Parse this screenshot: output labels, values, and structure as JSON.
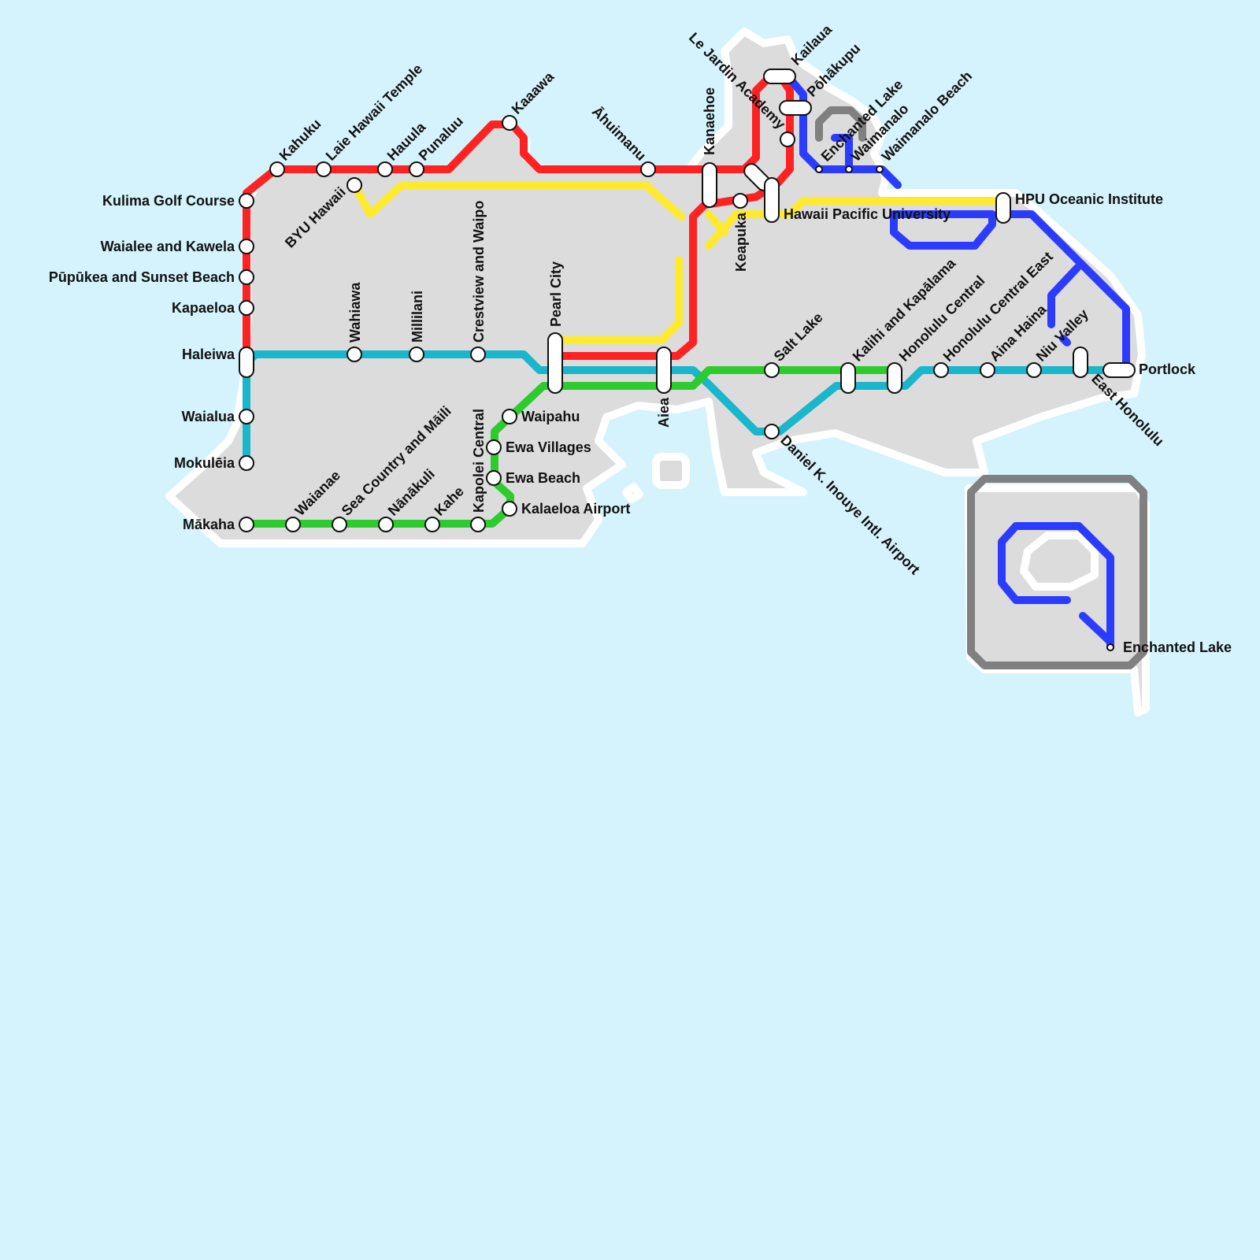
{
  "colors": {
    "water": "#d5f3fd",
    "land": "#dcdcdc",
    "red": "#ff2222",
    "yellow": "#ffea2e",
    "teal": "#19b6cc",
    "green": "#2ecb2e",
    "blue": "#2b3cff",
    "gray": "#808080"
  },
  "lines": [
    {
      "id": "red",
      "icon": "red-line"
    },
    {
      "id": "yellow",
      "icon": "yellow-line"
    },
    {
      "id": "teal",
      "icon": "teal-line"
    },
    {
      "id": "green",
      "icon": "green-line"
    },
    {
      "id": "blue",
      "icon": "blue-line"
    },
    {
      "id": "gray",
      "icon": "gray-loop"
    }
  ],
  "stations": [
    {
      "label": "Kahuku"
    },
    {
      "label": "Laie Hawaii Temple"
    },
    {
      "label": "Hauula"
    },
    {
      "label": "Punaluu"
    },
    {
      "label": "Kaaawa"
    },
    {
      "label": "Āhuimanu"
    },
    {
      "label": "Kanaehoe"
    },
    {
      "label": "Le Jardin Academy"
    },
    {
      "label": "Kailaua"
    },
    {
      "label": "Pōhākupu"
    },
    {
      "label": "Enchanted Lake"
    },
    {
      "label": "Waimanalo"
    },
    {
      "label": "Waimanalo Beach"
    },
    {
      "label": "Kulima Golf Course"
    },
    {
      "label": "Waialee and Kawela"
    },
    {
      "label": "Pūpūkea and Sunset Beach"
    },
    {
      "label": "Kapaeloa"
    },
    {
      "label": "Haleiwa"
    },
    {
      "label": "Waialua"
    },
    {
      "label": "Mokulēia"
    },
    {
      "label": "Mākaha"
    },
    {
      "label": "BYU Hawaii"
    },
    {
      "label": "Wahiawa"
    },
    {
      "label": "Millilani"
    },
    {
      "label": "Crestview and Waipo"
    },
    {
      "label": "Pearl City"
    },
    {
      "label": "Keapuka"
    },
    {
      "label": "Hawaii Pacific University"
    },
    {
      "label": "HPU Oceanic Institute"
    },
    {
      "label": "Aiea"
    },
    {
      "label": "Salt Lake"
    },
    {
      "label": "Kalihi and Kapālama"
    },
    {
      "label": "Honolulu Central"
    },
    {
      "label": "Honolulu Central East"
    },
    {
      "label": "Aina Haina"
    },
    {
      "label": "Niu Valley"
    },
    {
      "label": "Portlock"
    },
    {
      "label": "East Honolulu"
    },
    {
      "label": "Daniel K. Inouye Intl. Airport"
    },
    {
      "label": "Waipahu"
    },
    {
      "label": "Ewa Villages"
    },
    {
      "label": "Ewa Beach"
    },
    {
      "label": "Kalaeloa Airport"
    },
    {
      "label": "Waianae"
    },
    {
      "label": "Sea Country and Māili"
    },
    {
      "label": "Nānākuli"
    },
    {
      "label": "Kahe"
    },
    {
      "label": "Kapolei Central"
    },
    {
      "label": "Enchanted Lake"
    }
  ]
}
